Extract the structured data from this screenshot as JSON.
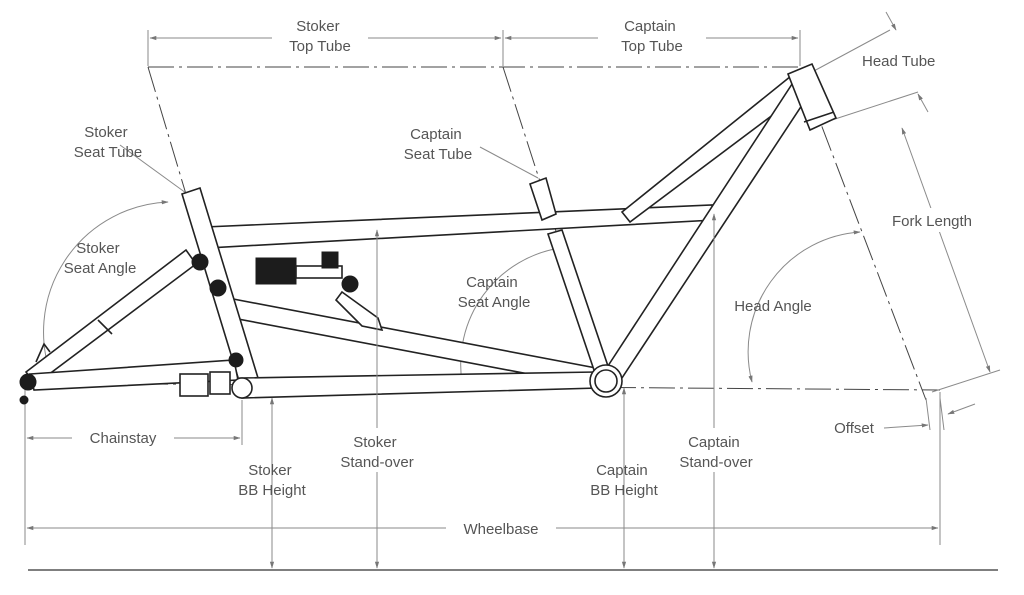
{
  "diagram": {
    "labels": {
      "stoker_top_tube": [
        "Stoker",
        "Top Tube"
      ],
      "captain_top_tube": [
        "Captain",
        "Top Tube"
      ],
      "head_tube": "Head Tube",
      "stoker_seat_tube": [
        "Stoker",
        "Seat Tube"
      ],
      "captain_seat_tube": [
        "Captain",
        "Seat Tube"
      ],
      "fork_length": "Fork Length",
      "stoker_seat_angle": [
        "Stoker",
        "Seat Angle"
      ],
      "captain_seat_angle": [
        "Captain",
        "Seat Angle"
      ],
      "head_angle": "Head Angle",
      "offset": "Offset",
      "chainstay": "Chainstay",
      "stoker_bb_height": [
        "Stoker",
        "BB Height"
      ],
      "stoker_stand_over": [
        "Stoker",
        "Stand-over"
      ],
      "captain_bb_height": [
        "Captain",
        "BB Height"
      ],
      "captain_stand_over": [
        "Captain",
        "Stand-over"
      ],
      "wheelbase": "Wheelbase"
    },
    "colors": {
      "line": "#222222",
      "dimension": "#8a8a8a",
      "text": "#555555",
      "background": "#ffffff"
    }
  }
}
